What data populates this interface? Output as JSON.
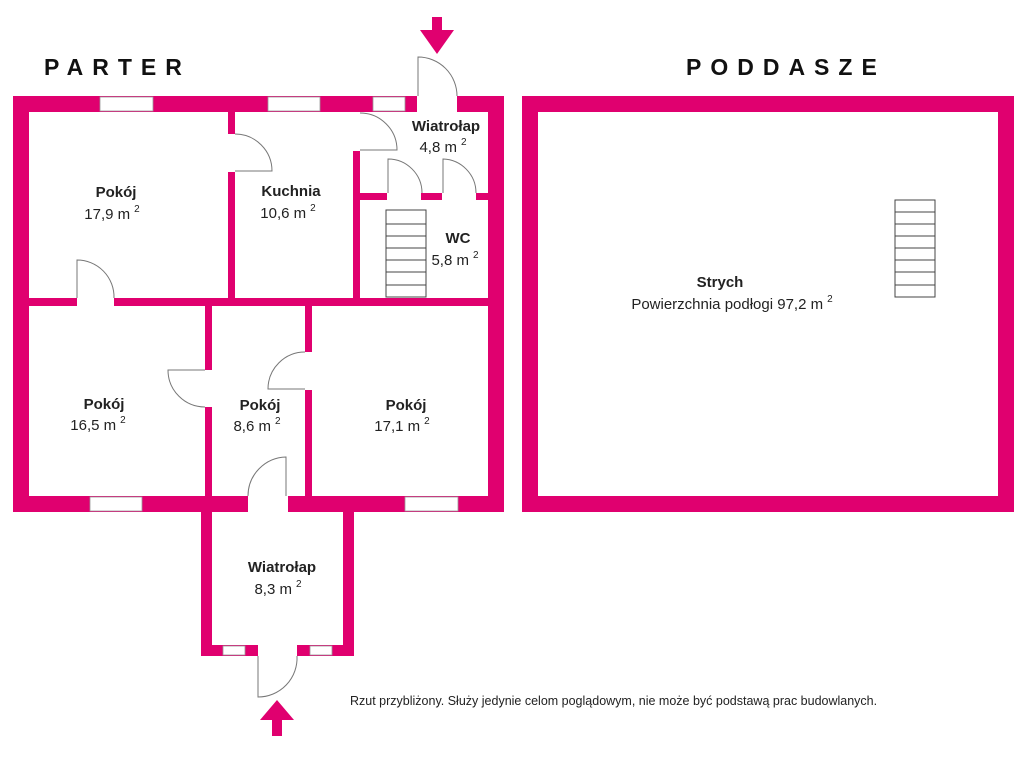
{
  "floors": {
    "ground": "PARTER",
    "attic": "PODDASZE"
  },
  "unit": "m",
  "unit_sup": "2",
  "rooms": [
    {
      "name": "Pokój",
      "area": "17,9"
    },
    {
      "name": "Kuchnia",
      "area": "10,6"
    },
    {
      "name": "Wiatrołap",
      "area": "4,8"
    },
    {
      "name": "WC",
      "area": "5,8"
    },
    {
      "name": "Pokój",
      "area": "16,5"
    },
    {
      "name": "Pokój",
      "area": "8,6"
    },
    {
      "name": "Pokój",
      "area": "17,1"
    },
    {
      "name": "Wiatrołap",
      "area": "8,3"
    }
  ],
  "attic_room": {
    "name": "Strych",
    "area_label": "Powierzchnia podłogi 97,2"
  },
  "note": "Rzut przybliżony. Służy jedynie celom poglądowym, nie może być podstawą prac budowlanych.",
  "colors": {
    "wall": "#e0006f"
  }
}
